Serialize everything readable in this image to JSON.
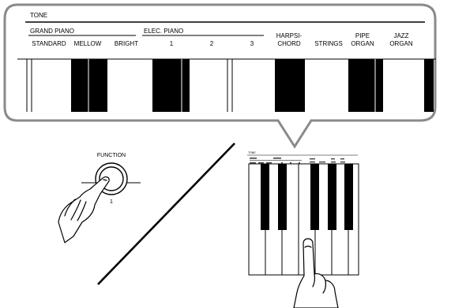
{
  "zoom_panel": {
    "heading": "TONE",
    "groups": [
      {
        "label": "GRAND PIANO"
      },
      {
        "label": "ELEC. PIANO"
      }
    ],
    "tones": [
      {
        "line1": "",
        "line2": "STANDARD"
      },
      {
        "line1": "",
        "line2": "MELLOW"
      },
      {
        "line1": "",
        "line2": "BRIGHT"
      },
      {
        "line1": "",
        "line2": "1"
      },
      {
        "line1": "",
        "line2": "2"
      },
      {
        "line1": "",
        "line2": "3"
      },
      {
        "line1": "HARPSI-",
        "line2": "CHORD"
      },
      {
        "line1": "",
        "line2": "STRINGS"
      },
      {
        "line1": "PIPE",
        "line2": "ORGAN"
      },
      {
        "line1": "JAZZ",
        "line2": "ORGAN"
      }
    ]
  },
  "function_button": {
    "label": "FUNCTION",
    "step": "1"
  },
  "mini_keyboard": {
    "heading": "TONE"
  }
}
